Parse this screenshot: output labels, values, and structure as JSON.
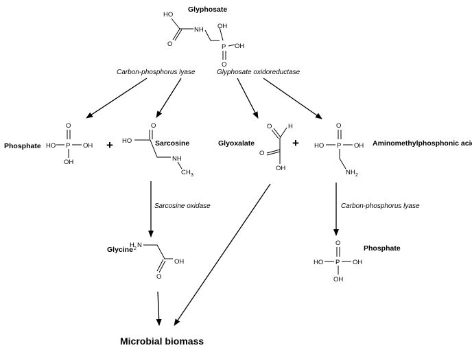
{
  "compounds": {
    "glyphosate": "Glyphosate",
    "phosphate_left": "Phosphate",
    "sarcosine": "Sarcosine",
    "glyoxalate": "Glyoxalate",
    "ampa": "Aminomethylphosphonic acid",
    "glycine": "Glycine",
    "phosphate_right": "Phosphate"
  },
  "enzymes": {
    "cp_lyase_top": "Carbon-phosphorus lyase",
    "glyphosate_oxidoreductase": "Glyphosate oxidoreductase",
    "sarcosine_oxidase": "Sarcosine oxidase",
    "cp_lyase_right": "Carbon-phosphorus lyase"
  },
  "operators": {
    "plus_left": "+",
    "plus_right": "+"
  },
  "product": "Microbial biomass",
  "atoms": {
    "ho": "HO",
    "oh": "OH",
    "o": "O",
    "p": "P",
    "nh": "NH",
    "n": "N",
    "h": "H",
    "c": "C",
    "sub2": "2",
    "sub3": "3"
  }
}
